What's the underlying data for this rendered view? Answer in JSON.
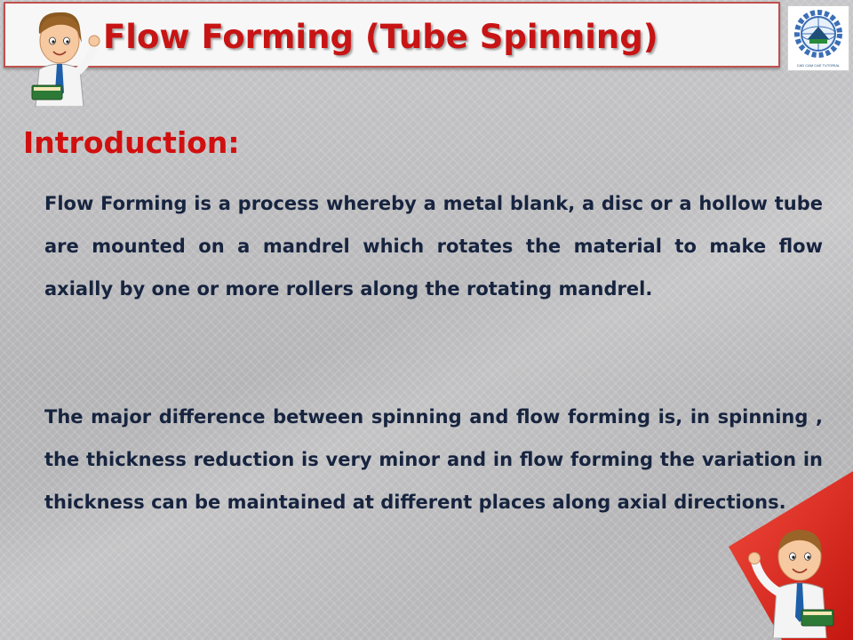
{
  "slide": {
    "title": "Flow Forming (Tube Spinning)",
    "heading": "Introduction:",
    "paragraphs": [
      "Flow Forming is a process whereby a metal blank, a disc or a hollow tube are mounted on a mandrel which rotates the material to make flow axially by one or more rollers along the rotating mandrel.",
      "The major difference between spinning and flow forming is, in spinning , the thickness reduction is very minor and in flow forming the variation in thickness can be maintained at different places along axial directions."
    ]
  },
  "logo": {
    "caption": "CAD CAM CAE TUTORIAL",
    "icon": "gear-globe-logo-icon"
  },
  "decor": {
    "mascot_icon": "cartoon-presenter-icon",
    "wedge_color": "#e8322a"
  },
  "colors": {
    "title": "#c81414",
    "heading": "#d20f0f",
    "body_text": "#17243f",
    "title_border": "#c0504d"
  }
}
